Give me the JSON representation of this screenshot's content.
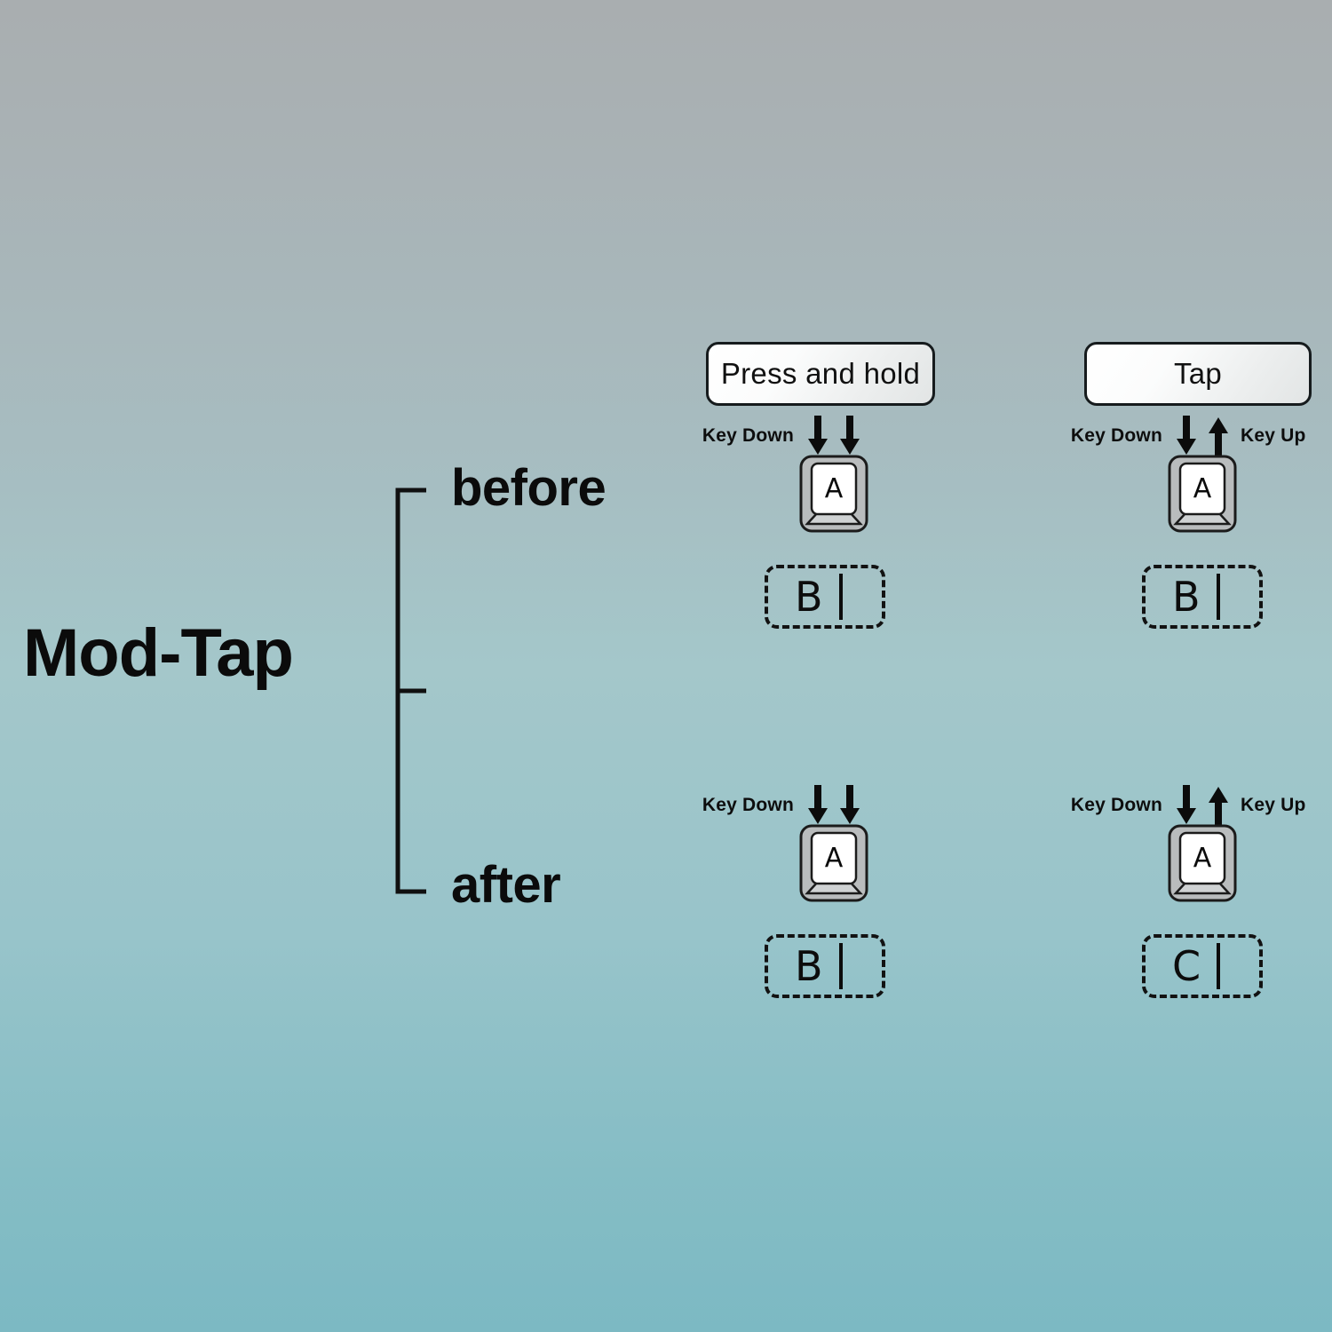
{
  "background": {
    "top_color": "#a9aeb0",
    "bottom_color": "#7cb9c3"
  },
  "diagram": {
    "root_label": "Mod-Tap",
    "branches": [
      {
        "id": "before",
        "label": "before"
      },
      {
        "id": "after",
        "label": "after"
      }
    ]
  },
  "columns": [
    {
      "id": "press-and-hold",
      "header": "Press and hold",
      "before": {
        "key_down_label": "Key Down",
        "key_up_label": "",
        "arrows": "down-down",
        "keycap_letter": "A",
        "output_letter": "B"
      },
      "after": {
        "key_down_label": "Key Down",
        "key_up_label": "",
        "arrows": "down-down",
        "keycap_letter": "A",
        "output_letter": "B"
      }
    },
    {
      "id": "tap",
      "header": "Tap",
      "before": {
        "key_down_label": "Key Down",
        "key_up_label": "Key Up",
        "arrows": "down-up",
        "keycap_letter": "A",
        "output_letter": "B"
      },
      "after": {
        "key_down_label": "Key Down",
        "key_up_label": "Key Up",
        "arrows": "down-up",
        "keycap_letter": "A",
        "output_letter": "C"
      }
    }
  ]
}
